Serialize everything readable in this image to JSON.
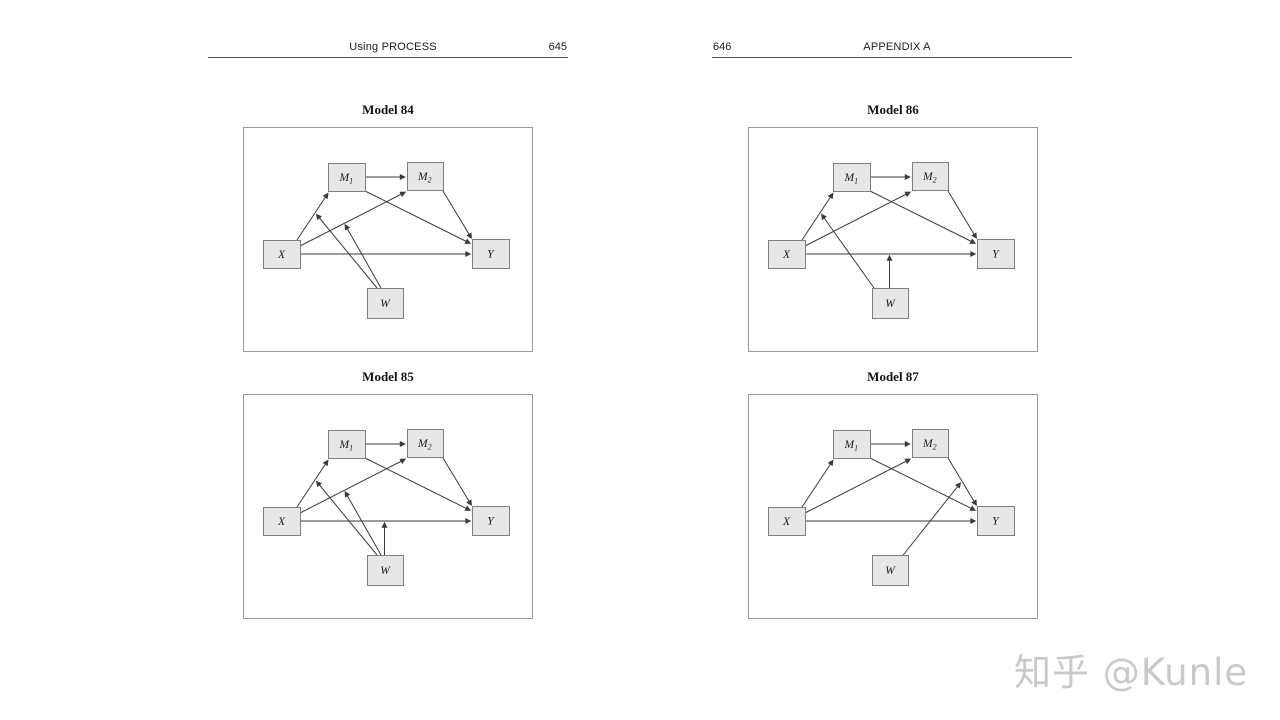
{
  "page_headers": {
    "left": {
      "title": "Using PROCESS",
      "page_number": "645"
    },
    "right": {
      "page_number": "646",
      "title": "APPENDIX A"
    }
  },
  "models": [
    {
      "id": "model-84",
      "title": "Model 84",
      "nodes": [
        {
          "id": "M1",
          "label": "M",
          "subscript": "1"
        },
        {
          "id": "M2",
          "label": "M",
          "subscript": "2"
        },
        {
          "id": "X",
          "label": "X"
        },
        {
          "id": "Y",
          "label": "Y"
        },
        {
          "id": "W",
          "label": "W"
        }
      ],
      "edges": [
        "M1-M2",
        "X-M1",
        "X-M2",
        "M1-Y",
        "M2-Y",
        "X-Y"
      ],
      "moderator": "W",
      "moderated_paths": [
        "X-M1",
        "X-M2"
      ]
    },
    {
      "id": "model-86",
      "title": "Model 86",
      "nodes": [
        {
          "id": "M1",
          "label": "M",
          "subscript": "1"
        },
        {
          "id": "M2",
          "label": "M",
          "subscript": "2"
        },
        {
          "id": "X",
          "label": "X"
        },
        {
          "id": "Y",
          "label": "Y"
        },
        {
          "id": "W",
          "label": "W"
        }
      ],
      "edges": [
        "M1-M2",
        "X-M1",
        "X-M2",
        "M1-Y",
        "M2-Y",
        "X-Y"
      ],
      "moderator": "W",
      "moderated_paths": [
        "X-M1",
        "X-Y"
      ]
    },
    {
      "id": "model-85",
      "title": "Model 85",
      "nodes": [
        {
          "id": "M1",
          "label": "M",
          "subscript": "1"
        },
        {
          "id": "M2",
          "label": "M",
          "subscript": "2"
        },
        {
          "id": "X",
          "label": "X"
        },
        {
          "id": "Y",
          "label": "Y"
        },
        {
          "id": "W",
          "label": "W"
        }
      ],
      "edges": [
        "M1-M2",
        "X-M1",
        "X-M2",
        "M1-Y",
        "M2-Y",
        "X-Y"
      ],
      "moderator": "W",
      "moderated_paths": [
        "X-M1",
        "X-M2",
        "X-Y"
      ]
    },
    {
      "id": "model-87",
      "title": "Model 87",
      "nodes": [
        {
          "id": "M1",
          "label": "M",
          "subscript": "1"
        },
        {
          "id": "M2",
          "label": "M",
          "subscript": "2"
        },
        {
          "id": "X",
          "label": "X"
        },
        {
          "id": "Y",
          "label": "Y"
        },
        {
          "id": "W",
          "label": "W"
        }
      ],
      "edges": [
        "M1-M2",
        "X-M1",
        "X-M2",
        "M1-Y",
        "M2-Y",
        "X-Y"
      ],
      "moderator": "W",
      "moderated_paths": [
        "M2-Y"
      ]
    }
  ],
  "watermark": "知乎 @Kunle",
  "colors": {
    "node_fill": "#e7e7e7",
    "node_border": "#7f7f7f",
    "line": "#3a3a3a",
    "frame": "#999999",
    "label": "#1a1a1a",
    "header_text": "#1c1c1c",
    "watermark": "#c9c9c9"
  }
}
